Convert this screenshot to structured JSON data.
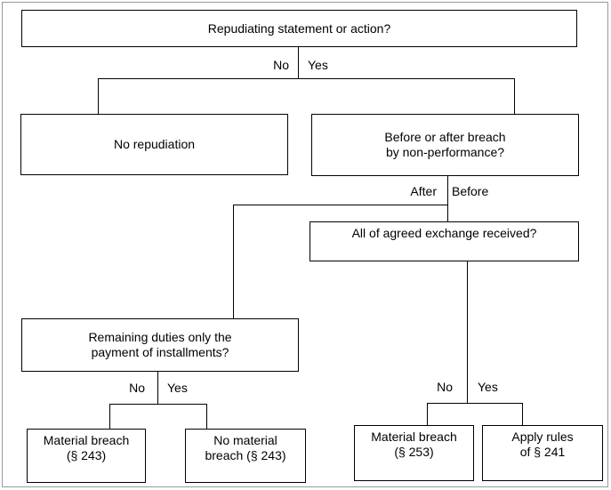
{
  "diagram": {
    "nodes": {
      "root": {
        "lines": [
          "Repudiating statement or action?"
        ]
      },
      "no_repudiation": {
        "lines": [
          "No repudiation"
        ]
      },
      "before_after": {
        "lines": [
          "Before or after breach",
          "by non-performance?"
        ]
      },
      "all_exchange": {
        "lines": [
          "All of agreed exchange received?"
        ]
      },
      "remaining_duties": {
        "lines": [
          "Remaining duties only the",
          "payment of installments?"
        ]
      },
      "material_breach_243": {
        "lines": [
          "Material breach",
          "(§ 243)"
        ]
      },
      "no_material_breach_243": {
        "lines": [
          "No material",
          "breach (§ 243)"
        ]
      },
      "material_breach_253": {
        "lines": [
          "Material breach",
          "(§ 253)"
        ]
      },
      "apply_rules_241": {
        "lines": [
          "Apply rules",
          "of § 241"
        ]
      }
    },
    "edge_labels": {
      "root_no": "No",
      "root_yes": "Yes",
      "breach_after": "After",
      "breach_before": "Before",
      "remaining_no": "No",
      "remaining_yes": "Yes",
      "exchange_no": "No",
      "exchange_yes": "Yes"
    },
    "colors": {
      "node_border": "#000000",
      "connector": "#000000",
      "frame_border": "#999999",
      "background": "#ffffff",
      "text": "#000000"
    }
  }
}
